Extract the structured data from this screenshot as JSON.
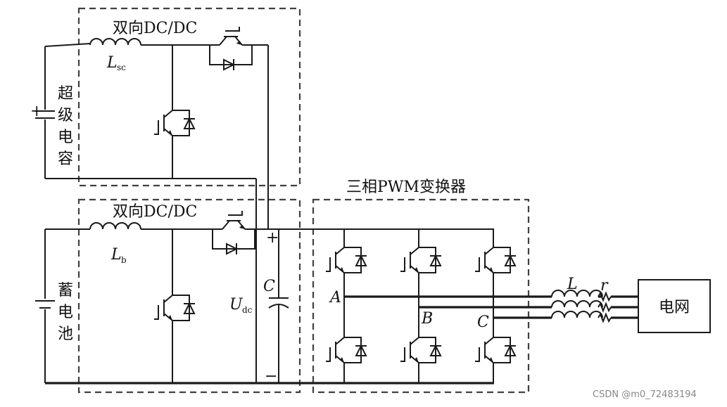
{
  "diagram": {
    "upper_converter_label": "双向DC/DC",
    "lower_converter_label": "双向DC/DC",
    "inverter_label": "三相PWM变换器",
    "supercap_label": [
      "超",
      "级",
      "电",
      "容"
    ],
    "battery_label": [
      "蓄",
      "电",
      "池"
    ],
    "inductor_sc": {
      "main": "L",
      "sub": "sc"
    },
    "inductor_b": {
      "main": "L",
      "sub": "b"
    },
    "cap_label": "C",
    "dc_voltage": {
      "main": "U",
      "sub": "dc"
    },
    "plus_sign": "+",
    "minus_sign": "−",
    "phase_a": "A",
    "phase_b": "B",
    "phase_c": "C",
    "filter_l": "L",
    "filter_r": "r",
    "grid_label": "电网",
    "watermark": "CSDN @m0_72483194"
  }
}
